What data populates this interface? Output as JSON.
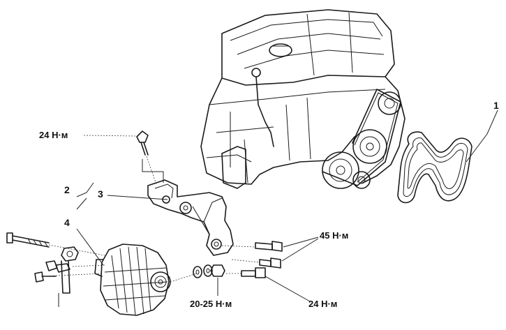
{
  "labels": {
    "part_1": "1",
    "part_2": "2",
    "part_3": "3",
    "part_4": "4",
    "torque_bracket_bolt": "24 Н·м",
    "torque_mount_bolts": "45 Н·м",
    "torque_nut": "20-25 Н·м",
    "torque_lower_bolt": "24 Н·м"
  },
  "icons": {
    "engine": "engine-block-drawing",
    "belt": "serpentine-belt-drawing",
    "alternator": "alternator-drawing",
    "bracket": "alternator-bracket-drawing",
    "bolts": "bolt-drawing"
  }
}
